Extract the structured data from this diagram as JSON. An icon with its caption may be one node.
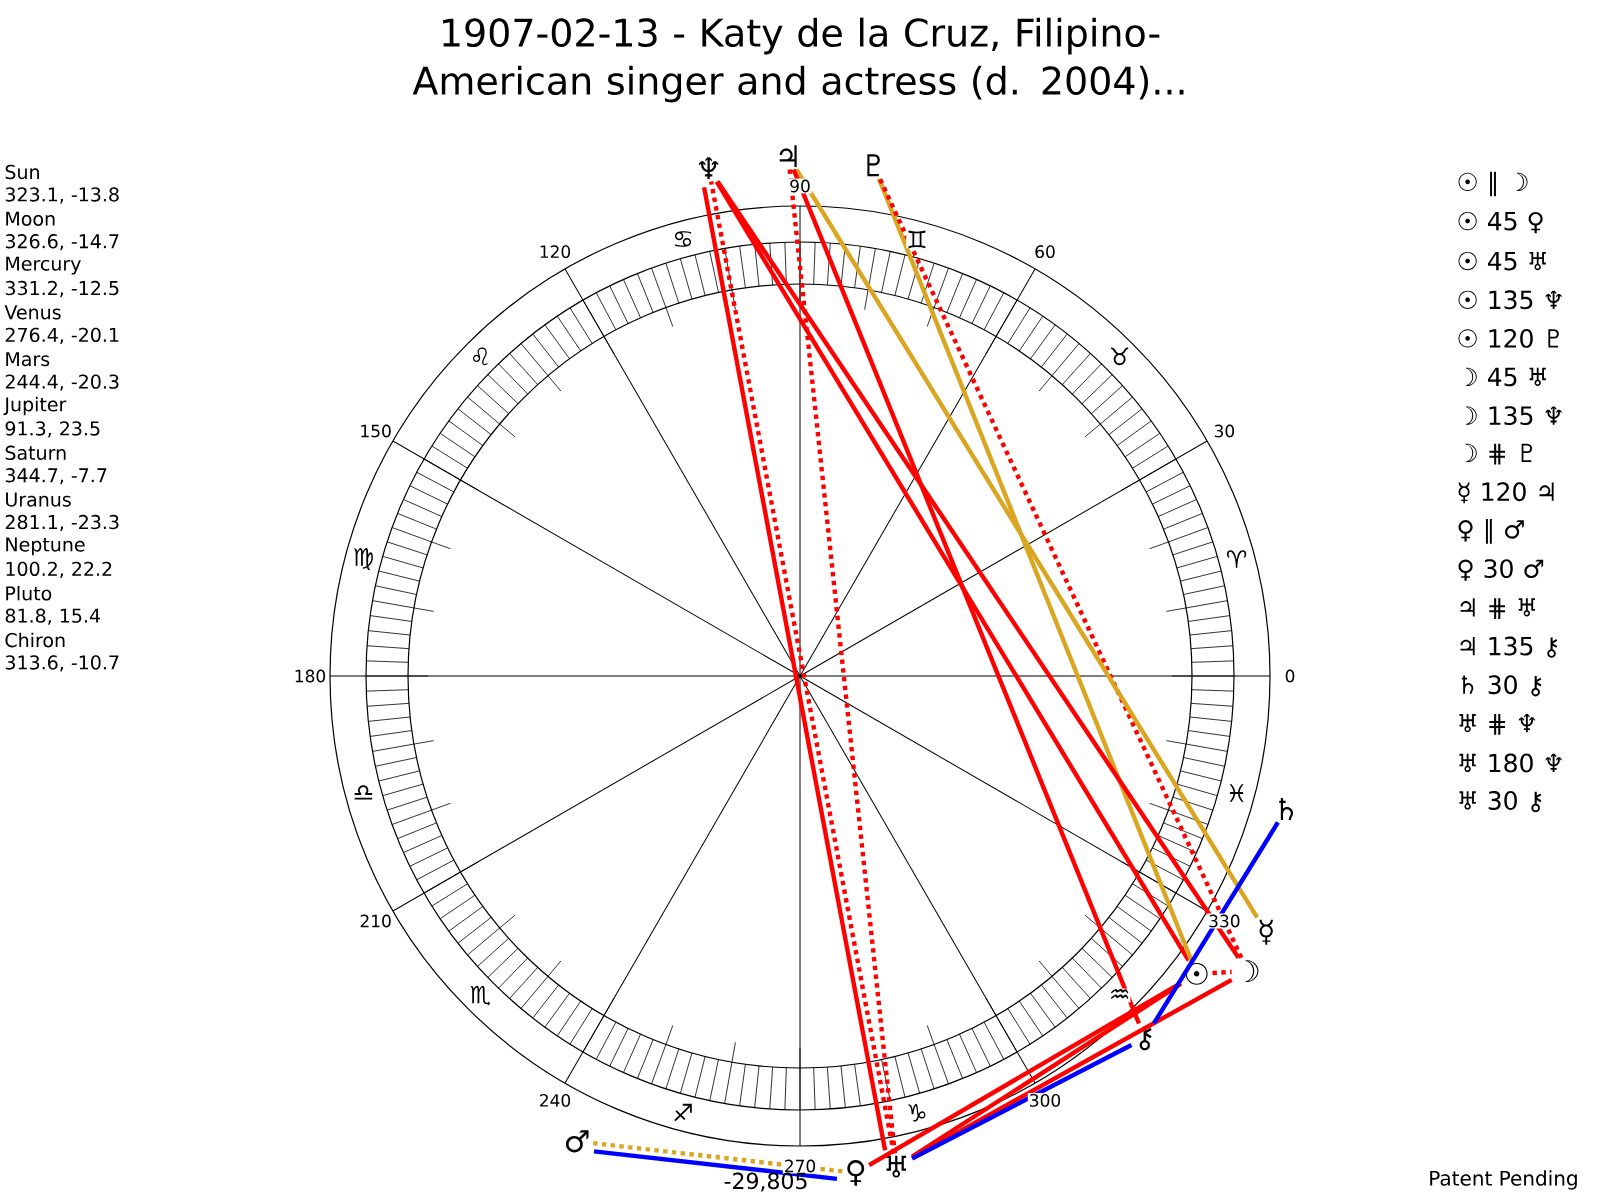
{
  "diagram": {
    "title": "1907-02-13 - Katy de la Cruz, Filipino-American singer and actress (d. 2004)...",
    "nodes": [
      {
        "text": [
          "☉"
        ]
      },
      {
        "text": [
          "☽"
        ]
      },
      {
        "text": [
          "☿"
        ]
      },
      {
        "text": [
          "♀"
        ]
      },
      {
        "text": [
          "♂"
        ]
      },
      {
        "text": [
          "♃"
        ]
      },
      {
        "text": [
          "♄"
        ]
      },
      {
        "text": [
          "♅"
        ]
      },
      {
        "text": [
          "♆"
        ]
      },
      {
        "text": [
          "♇"
        ]
      },
      {
        "text": [
          "⚷"
        ]
      }
    ],
    "edges": [
      {
        "from": 0,
        "to": 1,
        "arrow": "none",
        "style": "dashed"
      },
      {
        "from": 0,
        "to": 3,
        "arrow": "none"
      },
      {
        "from": 0,
        "to": 7,
        "arrow": "none"
      },
      {
        "from": 0,
        "to": 8,
        "arrow": "none"
      },
      {
        "from": 0,
        "to": 9,
        "arrow": "none",
        "color": "#daa520"
      },
      {
        "from": 1,
        "to": 7,
        "arrow": "none"
      },
      {
        "from": 1,
        "to": 8,
        "arrow": "none"
      },
      {
        "from": 1,
        "to": 9,
        "arrow": "none",
        "style": "dashed"
      },
      {
        "from": 2,
        "to": 5,
        "arrow": "none",
        "color": "#daa520"
      },
      {
        "from": 3,
        "to": 4,
        "arrow": "none",
        "style": "dashed",
        "color": "#daa520"
      },
      {
        "from": 3,
        "to": 4,
        "arrow": "none",
        "color": "#0000ff"
      },
      {
        "from": 5,
        "to": 7,
        "arrow": "none",
        "style": "dashed"
      },
      {
        "from": 5,
        "to": 10,
        "arrow": "none"
      },
      {
        "from": 6,
        "to": 10,
        "arrow": "none",
        "color": "#0000ff"
      },
      {
        "from": 7,
        "to": 8,
        "arrow": "none",
        "style": "dashed"
      },
      {
        "from": 7,
        "to": 8,
        "arrow": "none"
      },
      {
        "from": 7,
        "to": 10,
        "arrow": "none",
        "color": "#0000ff"
      }
    ],
    "labels": [
      "Sun",
      "323.1, -13.8",
      "Moon",
      "326.6, -14.7",
      "Mercury",
      "331.2, -12.5",
      "Venus",
      "276.4, -20.1",
      "Mars",
      "244.4, -20.3",
      "Jupiter",
      "91.3, 23.5",
      "Saturn",
      "344.7, -7.7",
      "Uranus",
      "281.1, -23.3",
      "Neptune",
      "100.2, 22.2",
      "Pluto",
      "81.8, 15.4",
      "Chiron",
      "313.6, -10.7",
      "☉ ∥ ☽",
      "☉ 45 ♀",
      "☉ 45 ♅",
      "☉ 135 ♆",
      "☉ 120 ♇",
      "☽ 45 ♅",
      "☽ 135 ♆",
      "☽ ⋕ ♇",
      "☿ 120 ♃",
      "♀ ∥ ♂",
      "♀ 30 ♂",
      "♃ ⋕ ♅",
      "♃ 135 ⚷",
      "♄ 30 ⚷",
      "♅ ⋕ ♆",
      "♅ 180 ♆",
      "♅ 30 ⚷",
      "0",
      "30",
      "60",
      "90",
      "120",
      "150",
      "180",
      "210",
      "240",
      "270",
      "300",
      "330",
      "♈",
      "♉",
      "♊",
      "♋",
      "♌",
      "♍",
      "♎",
      "♏",
      "♐",
      "♑",
      "♒",
      "♓",
      "-29,805",
      "Patent Pending"
    ]
  }
}
